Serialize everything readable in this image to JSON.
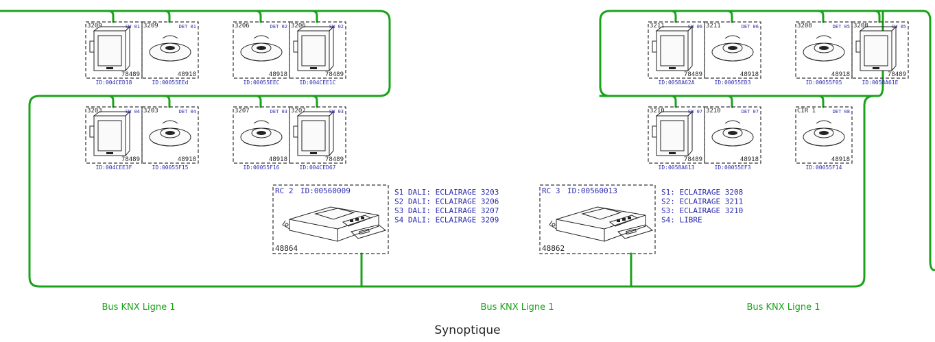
{
  "title": "Synoptique",
  "bus_label": "Bus KNX Ligne 1",
  "colors": {
    "bus": "#1aa31a",
    "tag": "#2b2bb0",
    "ink": "#222222"
  },
  "groups": [
    {
      "room": "3209",
      "devices": [
        {
          "kind": "switch",
          "room": "3209",
          "tag": "SW 01",
          "ref": "78489",
          "id": "ID:004CED18"
        },
        {
          "kind": "detector",
          "room": "3209",
          "tag": "DET 01",
          "ref": "48918",
          "id": "ID:00055EEd"
        }
      ]
    },
    {
      "room": "3206",
      "devices": [
        {
          "kind": "detector",
          "room": "3206",
          "tag": "DET 02",
          "ref": "48918",
          "id": "ID:00055EEC"
        },
        {
          "kind": "switch",
          "room": "3206",
          "tag": "SW 02",
          "ref": "78489",
          "id": "ID:004CEE1C"
        }
      ]
    },
    {
      "room": "3203",
      "devices": [
        {
          "kind": "switch",
          "room": "3203",
          "tag": "SW 04",
          "ref": "78489",
          "id": "ID:004CEE3F"
        },
        {
          "kind": "detector",
          "room": "3203",
          "tag": "DET 04",
          "ref": "48918",
          "id": "ID:00055F15"
        }
      ]
    },
    {
      "room": "3207",
      "devices": [
        {
          "kind": "detector",
          "room": "3207",
          "tag": "DET 03",
          "ref": "48918",
          "id": "ID:00055F16"
        },
        {
          "kind": "switch",
          "room": "3207",
          "tag": "SW 03",
          "ref": "78489",
          "id": "ID:004CED67"
        }
      ]
    },
    {
      "room": "3211",
      "devices": [
        {
          "kind": "switch",
          "room": "3211",
          "tag": "SW 06",
          "ref": "78489",
          "id": "ID:0058A62A"
        },
        {
          "kind": "detector",
          "room": "3211",
          "tag": "DET 06",
          "ref": "48918",
          "id": "ID:00055ED3"
        }
      ]
    },
    {
      "room": "3208",
      "devices": [
        {
          "kind": "detector",
          "room": "3208",
          "tag": "DET 05",
          "ref": "48918",
          "id": "ID:00055F05"
        },
        {
          "kind": "switch",
          "room": "3208",
          "tag": "SW 05",
          "ref": "78489",
          "id": "ID:0058A61E"
        }
      ]
    },
    {
      "room": "3210",
      "devices": [
        {
          "kind": "switch",
          "room": "3210",
          "tag": "SW 07",
          "ref": "78489",
          "id": "ID:0058A613"
        },
        {
          "kind": "detector",
          "room": "3210",
          "tag": "DET 07",
          "ref": "48918",
          "id": "ID:00055EF3"
        }
      ]
    },
    {
      "room": "CIR 1",
      "devices": [
        {
          "kind": "detector",
          "room": "CIR 1",
          "tag": "DET 08",
          "ref": "48918",
          "id": "ID:00055F14"
        }
      ]
    }
  ],
  "controllers": [
    {
      "name": "RC 2",
      "id": "ID:00560009",
      "ref": "48864",
      "lines": [
        "S1 DALI: ECLAIRAGE 3203",
        "S2 DALI: ECLAIRAGE 3206",
        "S3 DALI: ECLAIRAGE 3207",
        "S4 DALI: ECLAIRAGE 3209"
      ]
    },
    {
      "name": "RC 3",
      "id": "ID:00560013",
      "ref": "48862",
      "lines": [
        "S1: ECLAIRAGE 3208",
        "S2: ECLAIRAGE 3211",
        "S3: ECLAIRAGE 3210",
        "S4: LIBRE"
      ]
    }
  ]
}
